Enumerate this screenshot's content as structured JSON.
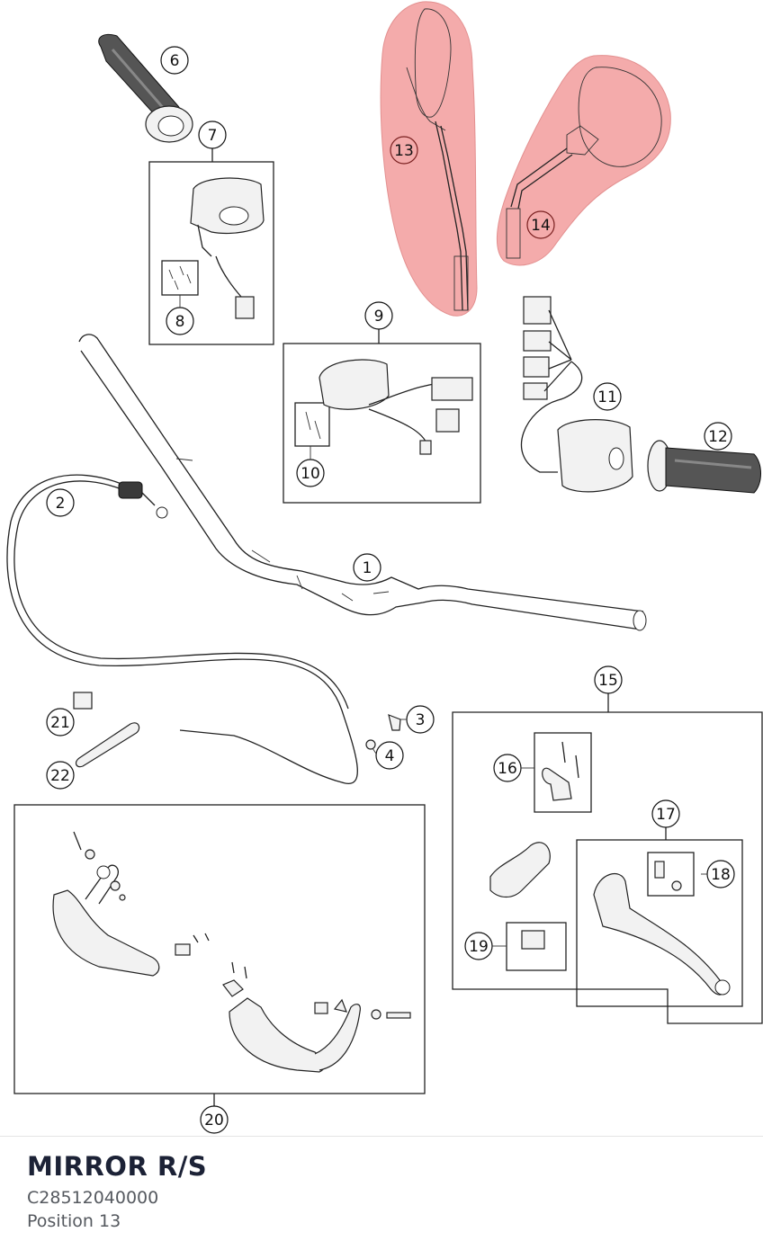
{
  "part": {
    "title": "MIRROR R/S",
    "code": "C28512040000",
    "position_label": "Position 13"
  },
  "highlight_color": "#f3a3a3",
  "callouts": [
    {
      "label": "1"
    },
    {
      "label": "2"
    },
    {
      "label": "3"
    },
    {
      "label": "4"
    },
    {
      "label": "6"
    },
    {
      "label": "7"
    },
    {
      "label": "8"
    },
    {
      "label": "9"
    },
    {
      "label": "10"
    },
    {
      "label": "11"
    },
    {
      "label": "12"
    },
    {
      "label": "13"
    },
    {
      "label": "14"
    },
    {
      "label": "15"
    },
    {
      "label": "16"
    },
    {
      "label": "17"
    },
    {
      "label": "18"
    },
    {
      "label": "19"
    },
    {
      "label": "20"
    },
    {
      "label": "21"
    },
    {
      "label": "22"
    }
  ]
}
